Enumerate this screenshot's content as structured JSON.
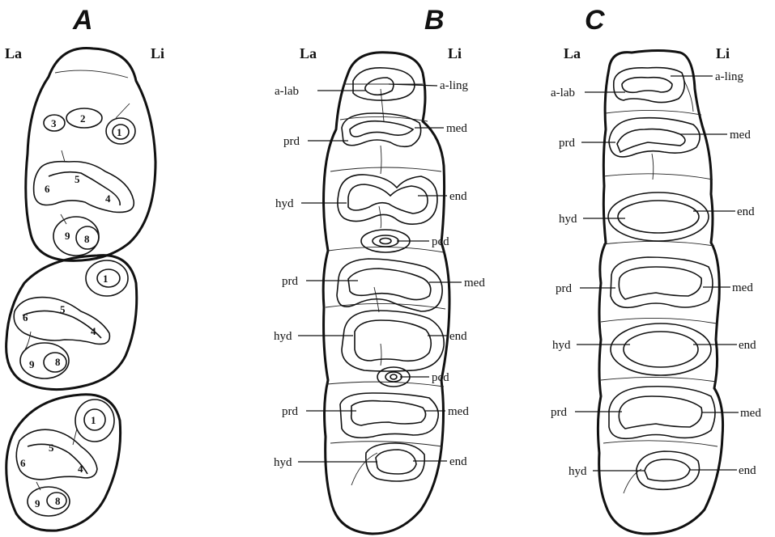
{
  "panels": {
    "A": {
      "letter": "A",
      "labial": "La",
      "lingual": "Li",
      "teeth": [
        {
          "cusps": [
            "3",
            "2",
            "1",
            "6",
            "5",
            "4",
            "9",
            "8"
          ]
        },
        {
          "cusps": [
            "1",
            "6",
            "5",
            "4",
            "9",
            "8"
          ]
        },
        {
          "cusps": [
            "1",
            "6",
            "5",
            "4",
            "9",
            "8"
          ]
        }
      ]
    },
    "B": {
      "letter": "B",
      "labial": "La",
      "lingual": "Li",
      "labels": [
        "a-lab",
        "a-ling",
        "prd",
        "med",
        "hyd",
        "end",
        "pcd",
        "prd",
        "med",
        "hyd",
        "end",
        "pcd",
        "prd",
        "med",
        "hyd",
        "end"
      ]
    },
    "C": {
      "letter": "C",
      "labial": "La",
      "lingual": "Li",
      "labels": [
        "a-lab",
        "a-ling",
        "prd",
        "med",
        "hyd",
        "end",
        "prd",
        "med",
        "hyd",
        "end",
        "prd",
        "med",
        "hyd",
        "end"
      ]
    }
  }
}
